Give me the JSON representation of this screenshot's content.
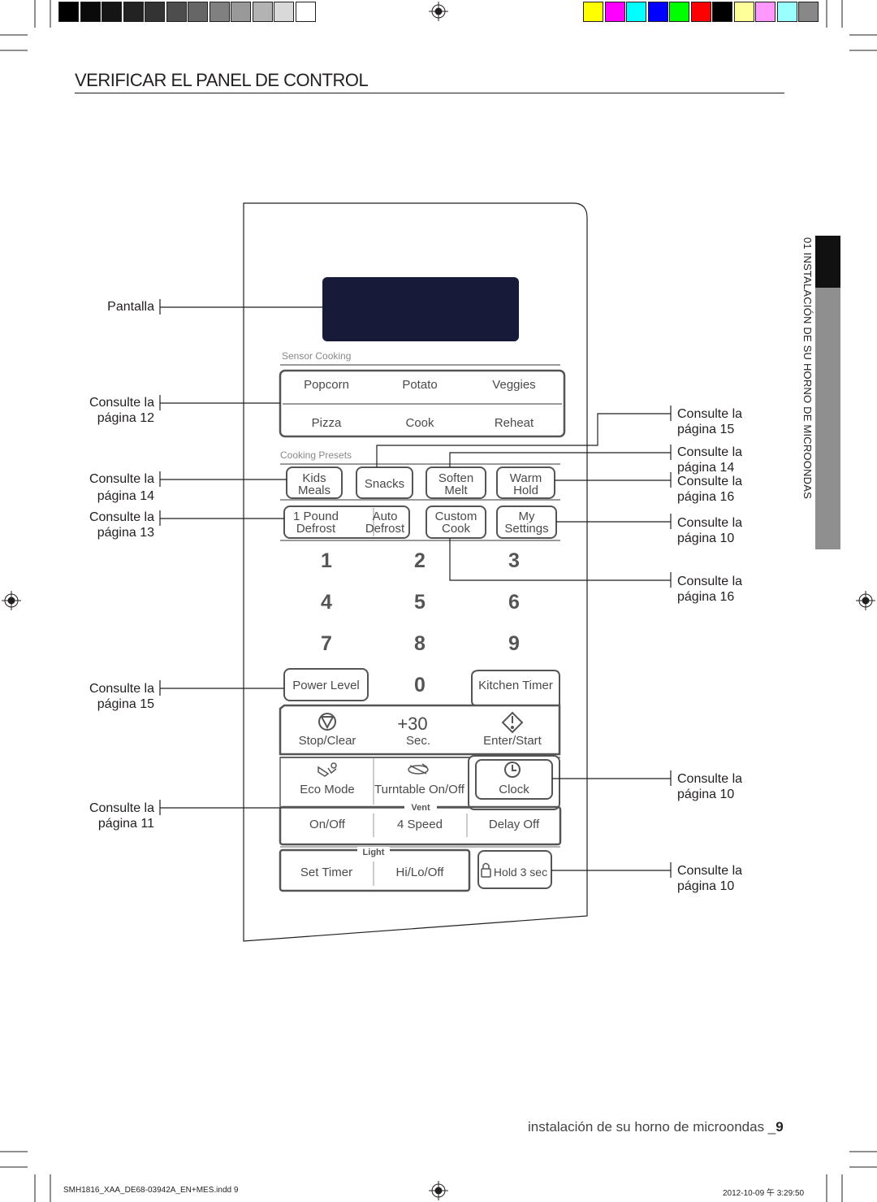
{
  "colors": {
    "grayscale_bar": [
      "#000000",
      "#0a0a0a",
      "#151515",
      "#222222",
      "#333333",
      "#4d4d4d",
      "#666666",
      "#808080",
      "#999999",
      "#b3b3b3",
      "#d9d9d9",
      "#ffffff"
    ],
    "color_bar": [
      "#ffff00",
      "#ff00ff",
      "#00ffff",
      "#0000ff",
      "#00ff00",
      "#ff0000",
      "#000000",
      "#ffff99",
      "#ff99ff",
      "#99ffff",
      "#888888"
    ],
    "display": "#181a3a"
  },
  "page": {
    "title": "VERIFICAR EL PANEL DE CONTROL",
    "side_tab": "01 INSTALACIÓN DE SU HORNO DE MICROONDAS",
    "footer_title": "instalación de su horno de microondas _",
    "page_number": "9",
    "print_file": "SMH1816_XAA_DE68-03942A_EN+MES.indd   9",
    "print_date": "2012-10-09   午 3:29:50"
  },
  "callouts": {
    "left": [
      {
        "line1": "Pantalla",
        "line2": ""
      },
      {
        "line1": "Consulte la",
        "line2": "página 12"
      },
      {
        "line1": "Consulte la",
        "line2": "página 14"
      },
      {
        "line1": "Consulte la",
        "line2": "página 13"
      },
      {
        "line1": "Consulte la",
        "line2": "página 15"
      },
      {
        "line1": "Consulte la",
        "line2": "página 11"
      }
    ],
    "right": [
      {
        "line1": "Consulte la",
        "line2": "página 15"
      },
      {
        "line1": "Consulte la",
        "line2": "página 14"
      },
      {
        "line1": "Consulte la",
        "line2": "página 16"
      },
      {
        "line1": "Consulte la",
        "line2": "página 10"
      },
      {
        "line1": "Consulte la",
        "line2": "página 16"
      },
      {
        "line1": "Consulte la",
        "line2": "página 10"
      },
      {
        "line1": "Consulte la",
        "line2": "página 10"
      }
    ]
  },
  "panel": {
    "sensor_label": "Sensor Cooking",
    "sensor_row1": [
      "Popcorn",
      "Potato",
      "Veggies"
    ],
    "sensor_row2": [
      "Pizza",
      "Cook",
      "Reheat"
    ],
    "presets_label": "Cooking Presets",
    "presets_row1": [
      [
        "Kids",
        "Meals"
      ],
      [
        "Snacks",
        ""
      ],
      [
        "Soften",
        "Melt"
      ],
      [
        "Warm",
        "Hold"
      ]
    ],
    "presets_row2": [
      [
        "1 Pound",
        "Defrost"
      ],
      [
        "Auto",
        "Defrost"
      ],
      [
        "Custom",
        "Cook"
      ],
      [
        "My",
        "Settings"
      ]
    ],
    "digits": [
      "1",
      "2",
      "3",
      "4",
      "5",
      "6",
      "7",
      "8",
      "9",
      "0"
    ],
    "power_level": "Power Level",
    "kitchen_timer": "Kitchen Timer",
    "stop_clear": "Stop/Clear",
    "plus30_big": "+30",
    "plus30_small": "Sec.",
    "enter_start": "Enter/Start",
    "eco_mode": "Eco Mode",
    "turntable": "Turntable On/Off",
    "clock": "Clock",
    "vent_label": "Vent",
    "vent_row": [
      "On/Off",
      "4 Speed",
      "Delay Off"
    ],
    "light_label": "Light",
    "light_row": [
      "Set Timer",
      "Hi/Lo/Off"
    ],
    "hold": "Hold 3 sec"
  }
}
